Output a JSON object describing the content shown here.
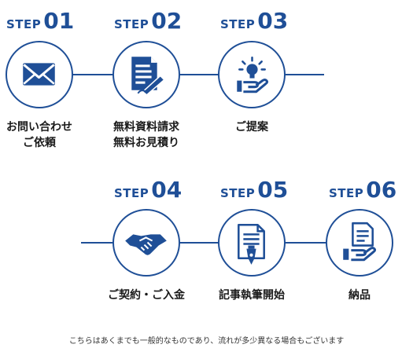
{
  "accent_color": "#1f4f97",
  "steps": [
    {
      "word": "STEP",
      "number": "01",
      "icon": "envelope-icon",
      "caption_lines": [
        "お問い合わせ",
        "ご依頼"
      ]
    },
    {
      "word": "STEP",
      "number": "02",
      "icon": "document-pen-icon",
      "caption_lines": [
        "無料資料請求",
        "無料お見積り"
      ]
    },
    {
      "word": "STEP",
      "number": "03",
      "icon": "lightbulb-hand-icon",
      "caption_lines": [
        "ご提案"
      ]
    },
    {
      "word": "STEP",
      "number": "04",
      "icon": "handshake-icon",
      "caption_lines": [
        "ご契約・ご入金"
      ]
    },
    {
      "word": "STEP",
      "number": "05",
      "icon": "fountain-pen-document-icon",
      "caption_lines": [
        "記事執筆開始"
      ]
    },
    {
      "word": "STEP",
      "number": "06",
      "icon": "document-hand-icon",
      "caption_lines": [
        "納品"
      ]
    }
  ],
  "footnote": "こちらはあくまでも一般的なものであり、流れが多少異なる場合もございます"
}
